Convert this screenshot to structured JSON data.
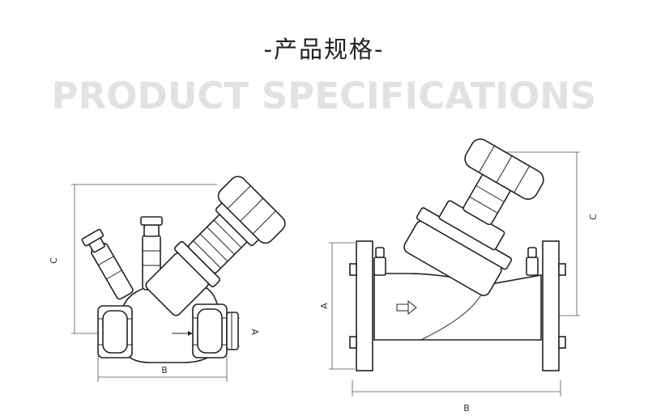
{
  "header": {
    "title_cn": "-产品规格-",
    "title_en": "PRODUCT SPECIFICATIONS"
  },
  "left_view": {
    "dim_a": "A",
    "dim_b": "B",
    "dim_c": "C"
  },
  "right_view": {
    "dim_a": "A",
    "dim_b": "B",
    "dim_c": "C"
  }
}
